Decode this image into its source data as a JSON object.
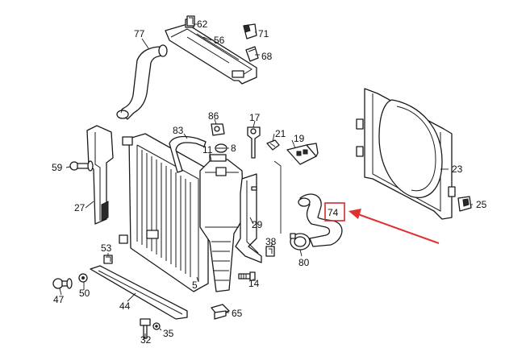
{
  "callouts": {
    "c77": "77",
    "c62": "62",
    "c56": "56",
    "c71": "71",
    "c68": "68",
    "c86": "86",
    "c17": "17",
    "c83": "83",
    "c21": "21",
    "c11": "11",
    "c8": "8",
    "c19": "19",
    "c59": "59",
    "c27": "27",
    "c23": "23",
    "c25": "25",
    "c74": "74",
    "c29": "29",
    "c53": "53",
    "c38": "38",
    "c80": "80",
    "c47": "47",
    "c50": "50",
    "c5": "5",
    "c14": "14",
    "c44": "44",
    "c65": "65",
    "c32": "32",
    "c35": "35"
  },
  "highlight": {
    "part_number": "74",
    "color": "#d42a2a"
  },
  "arrow": {
    "color": "#e03030"
  }
}
